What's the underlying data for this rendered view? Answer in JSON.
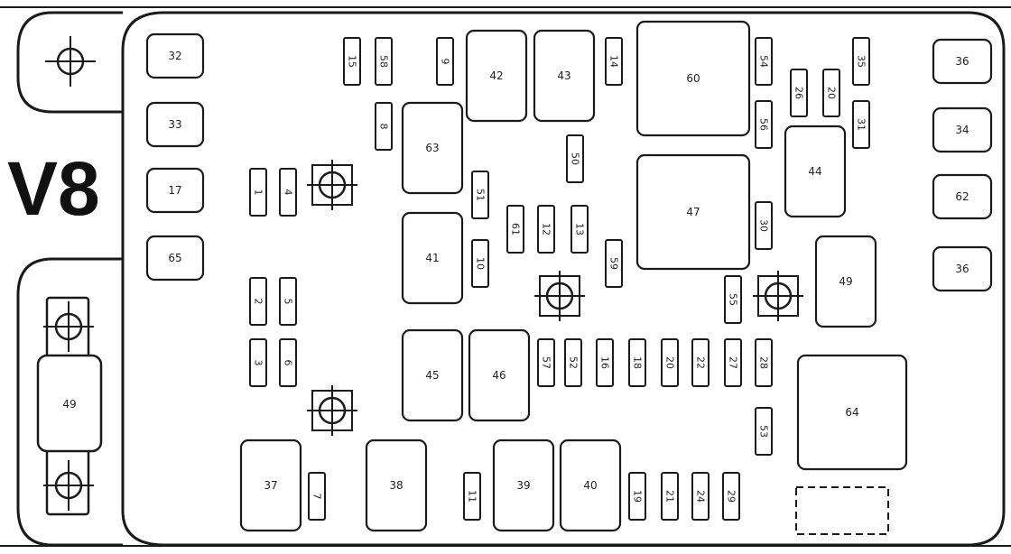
{
  "diagram": {
    "title": "V8",
    "stroke_color": "#1a1a1a",
    "fill_color": "#ffffff",
    "label_color": "#222222",
    "components": {
      "r32": "32",
      "r33": "33",
      "r17": "17",
      "r65": "65",
      "f15": "15",
      "f58": "58",
      "f9": "9",
      "r42": "42",
      "r43": "43",
      "f14": "14",
      "r60": "60",
      "f54": "54",
      "f35": "35",
      "f26": "26",
      "f20": "20",
      "f56": "56",
      "f31": "31",
      "f8": "8",
      "r63": "63",
      "f50": "50",
      "r44": "44",
      "f1": "1",
      "f4": "4",
      "f51": "51",
      "r47": "47",
      "f30": "30",
      "r41": "41",
      "f61": "61",
      "f12": "12",
      "f13": "13",
      "f10": "10",
      "f59": "59",
      "f2": "2",
      "f5": "5",
      "f55": "55",
      "r49": "49",
      "f3": "3",
      "f6": "6",
      "r45": "45",
      "r46": "46",
      "f57": "57",
      "f52": "52",
      "f16": "16",
      "f18": "18",
      "f20b": "20",
      "f22": "22",
      "f27": "27",
      "f28": "28",
      "r64": "64",
      "f53": "53",
      "r37": "37",
      "f7": "7",
      "r38": "38",
      "f11": "11",
      "r39": "39",
      "r40": "40",
      "f19": "19",
      "f21": "21",
      "f24": "24",
      "f29": "29",
      "r36a": "36",
      "r34": "34",
      "r62": "62",
      "r36b": "36",
      "mega": "49"
    }
  }
}
